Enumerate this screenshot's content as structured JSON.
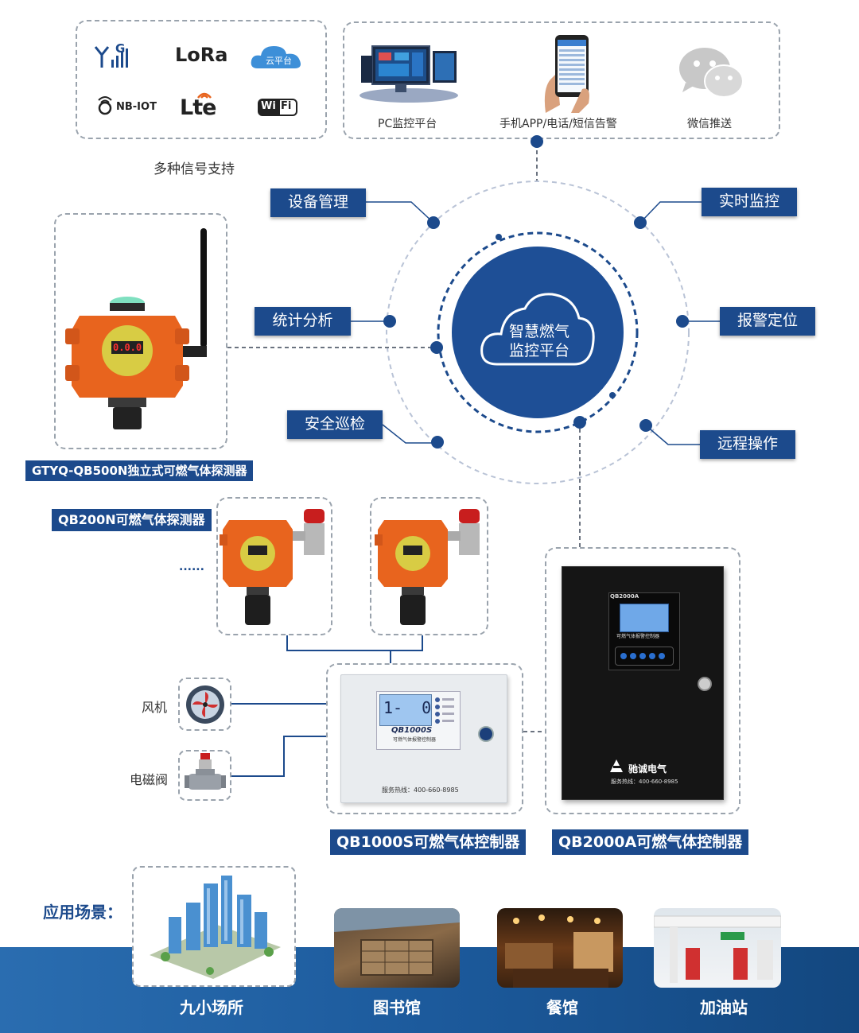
{
  "signals": {
    "caption": "多种信号支持",
    "items": [
      "G",
      "LoRa",
      "云平台",
      "NB-IOT",
      "Lte",
      "Wi",
      "Fi"
    ]
  },
  "terminals": {
    "items": [
      "PC监控平台",
      "手机APP/电话/短信告警",
      "微信推送"
    ]
  },
  "platform": {
    "title_line1": "智慧燃气",
    "title_line2": "监控平台",
    "features": [
      "设备管理",
      "实时监控",
      "统计分析",
      "报警定位",
      "安全巡检",
      "远程操作"
    ]
  },
  "devices": {
    "gtyq_label": "GTYQ-QB500N独立式可燃气体探测器",
    "qb200n_label": "QB200N可燃气体探测器",
    "ellipsis": "......",
    "fan_label": "风机",
    "valve_label": "电磁阀",
    "qb1000s_label": "QB1000S可燃气体控制器",
    "qb2000a_label": "QB2000A可燃气体控制器",
    "qb1000s_screen_text": "1-  0",
    "qb1000s_brand": "QB1000S",
    "qb1000s_sub": "可燃气体报警控制器",
    "qb1000s_hotline": "服务热线：400-660-8985",
    "qb2000a_model": "QB2000A",
    "qb2000a_sub": "可燃气体报警控制器",
    "qb2000a_brand": "驰诚电气",
    "qb2000a_hotline": "服务热线：400-660-8985",
    "detector_display": "0.0.0"
  },
  "scenes": {
    "title": "应用场景：",
    "items": [
      "九小场所",
      "图书馆",
      "餐馆",
      "加油站"
    ]
  },
  "colors": {
    "brand_blue": "#1c4a8c",
    "circle_blue": "#1e4f96",
    "orange": "#e8641e",
    "band_blue": "#1f64a8"
  }
}
